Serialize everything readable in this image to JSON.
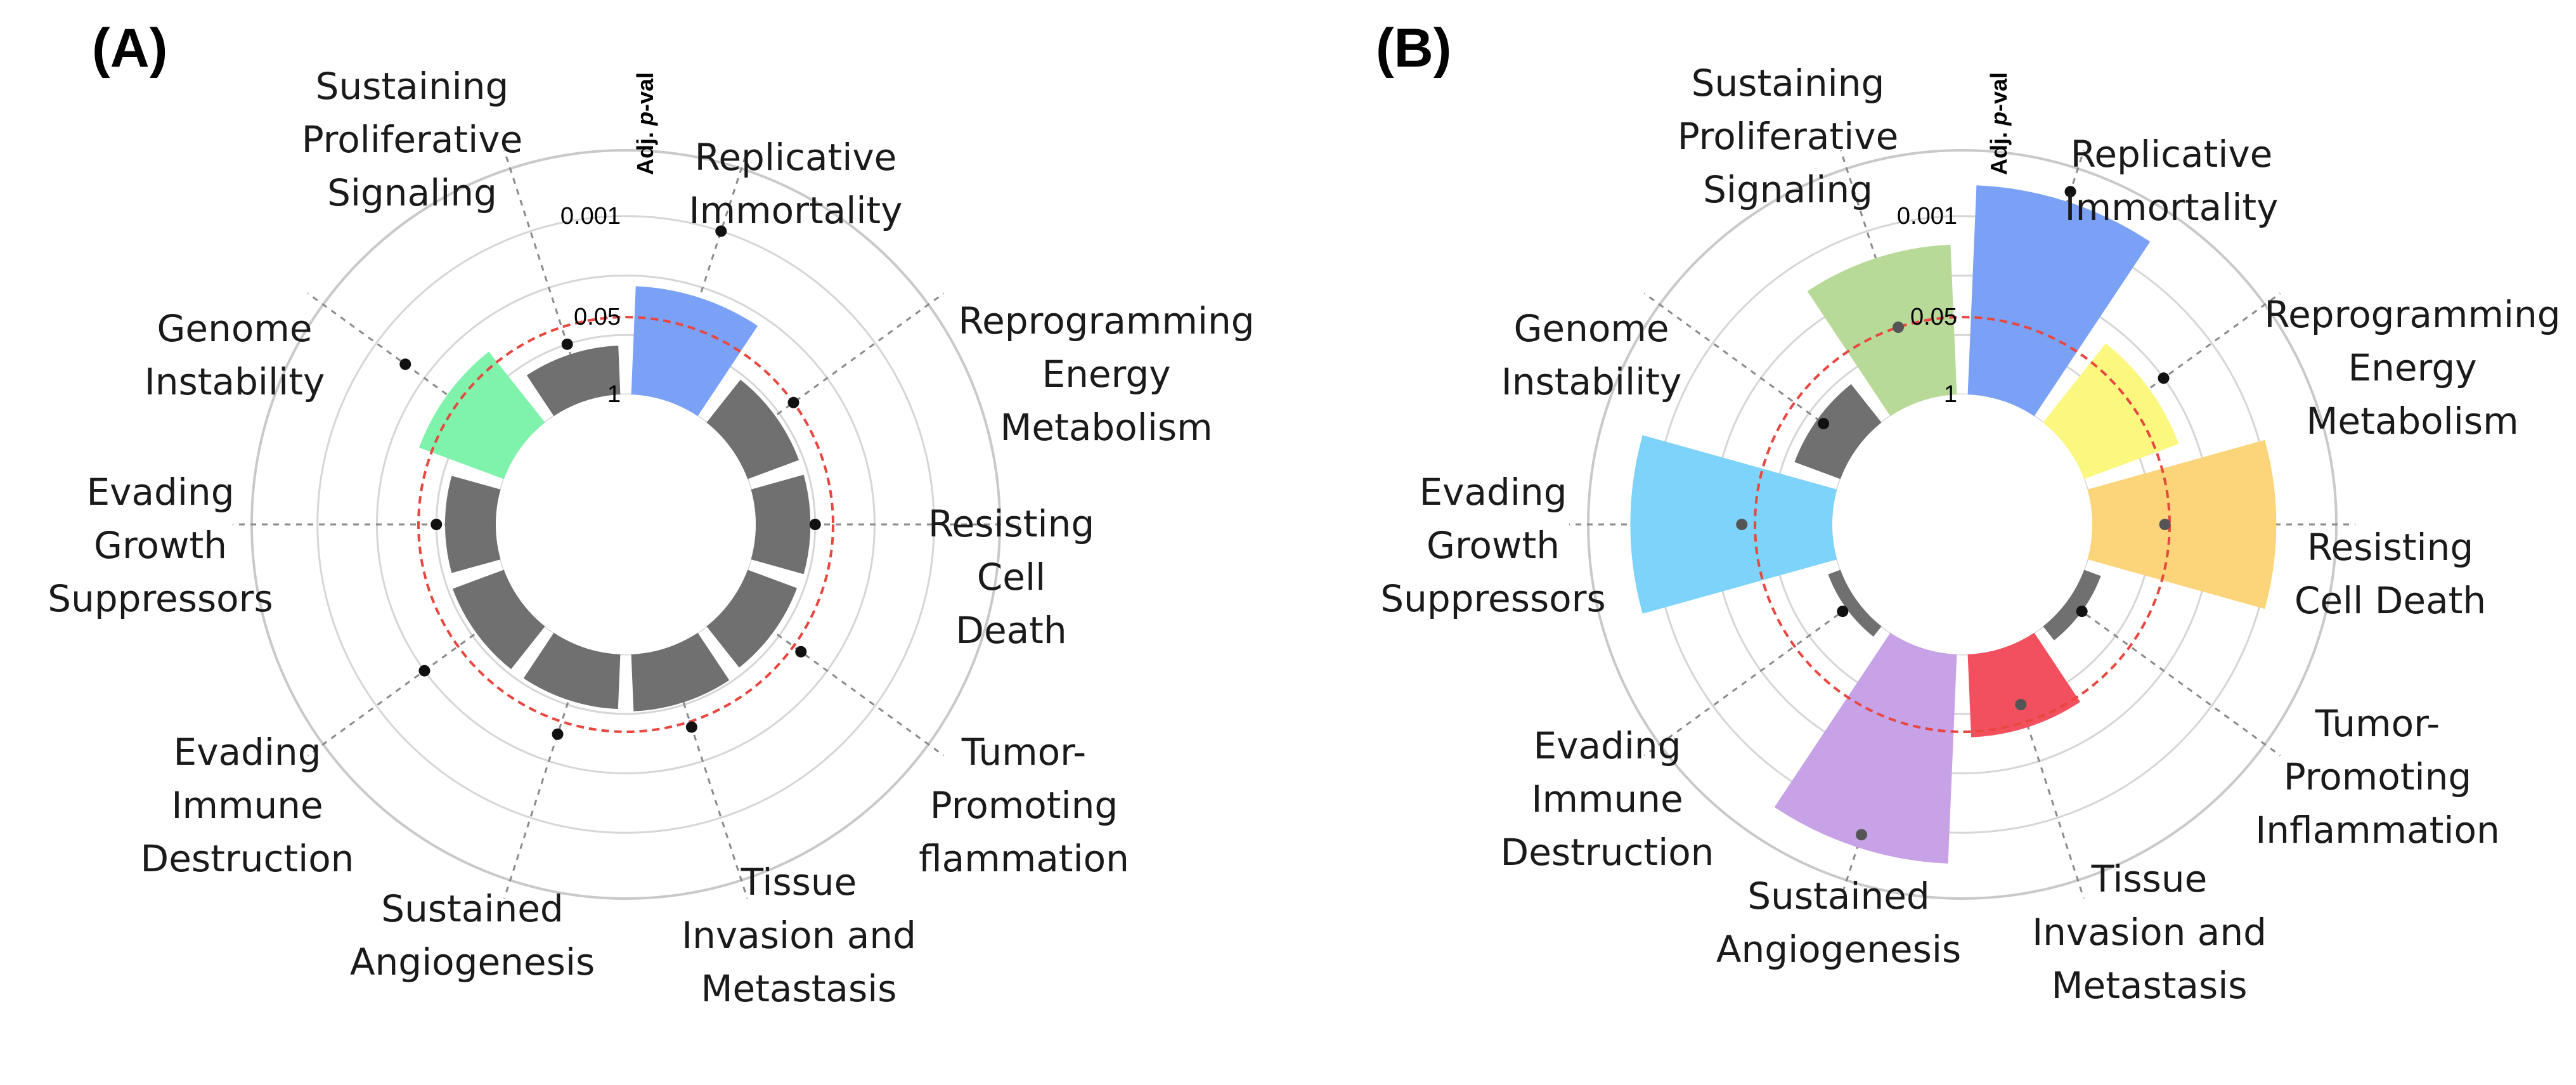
{
  "chart_data": [
    {
      "panel": "(A)",
      "type": "radial-bar",
      "radial_axis": {
        "title_prefix": "Adj. ",
        "title_italic": "p",
        "title_suffix": "-val",
        "scale": "log-reciprocal",
        "ticks": [
          {
            "value": 1,
            "label": "1"
          },
          {
            "value": 0.05,
            "label": "0.05"
          },
          {
            "value": 0.001,
            "label": "0.001"
          }
        ],
        "threshold": 0.05
      },
      "categories": [
        "Replicative Immortality",
        "Reprogramming Energy Metabolism",
        "Resisting Cell Death",
        "Tumor-Promoting flammation",
        "Tissue Invasion and Metastasis",
        "Sustained Angiogenesis",
        "Evading Immune Destruction",
        "Evading Growth Suppressors",
        "Genome Instability",
        "Sustaining Proliferative Signaling"
      ],
      "label_lines": [
        [
          "Replicative",
          "Immortality"
        ],
        [
          "Reprogramming",
          "Energy",
          "Metabolism"
        ],
        [
          "Resisting",
          "Cell",
          "Death"
        ],
        [
          "Tumor-",
          "Promoting",
          "flammation"
        ],
        [
          "Tissue",
          "Invasion and",
          "Metastasis"
        ],
        [
          "Sustained",
          "Angiogenesis"
        ],
        [
          "Evading",
          "Immune",
          "Destruction"
        ],
        [
          "Evading",
          "Growth",
          "Suppressors"
        ],
        [
          "Genome",
          "Instability"
        ],
        [
          "Sustaining",
          "Proliferative",
          "Signaling"
        ]
      ],
      "values": [
        0.015,
        0.12,
        0.12,
        0.13,
        0.11,
        0.12,
        0.12,
        0.14,
        0.03,
        0.15
      ],
      "points": [
        0.001,
        0.05,
        0.1,
        0.035,
        0.04,
        0.03,
        0.01,
        0.1,
        0.004,
        0.1
      ],
      "colors": [
        "#7ba1f7",
        "#707070",
        "#707070",
        "#707070",
        "#707070",
        "#707070",
        "#707070",
        "#707070",
        "#7ff2ac",
        "#707070"
      ]
    },
    {
      "panel": "(B)",
      "type": "radial-bar",
      "radial_axis": {
        "title_prefix": "Adj. ",
        "title_italic": "p",
        "title_suffix": "-val",
        "scale": "log-reciprocal",
        "ticks": [
          {
            "value": 1,
            "label": "1"
          },
          {
            "value": 0.05,
            "label": "0.05"
          },
          {
            "value": 0.001,
            "label": "0.001"
          }
        ],
        "threshold": 0.05
      },
      "categories": [
        "Replicative Immortality",
        "Reprogramming Energy Metabolism",
        "Resisting Cell Death",
        "Tumor-Promoting Inflammation",
        "Tissue Invasion and Metastasis",
        "Sustained Angiogenesis",
        "Evading Immune Destruction",
        "Evading Growth Suppressors",
        "Genome Instability",
        "Sustaining Proliferative Signaling"
      ],
      "label_lines": [
        [
          "Replicative",
          "Immortality"
        ],
        [
          "Reprogramming",
          "Energy",
          "Metabolism"
        ],
        [
          "Resisting",
          "Cell Death"
        ],
        [
          "Tumor-",
          "Promoting",
          "Inflammation"
        ],
        [
          "Tissue",
          "Invasion and",
          "Metastasis"
        ],
        [
          "Sustained",
          "Angiogenesis"
        ],
        [
          "Evading",
          "Immune",
          "Destruction"
        ],
        [
          "Evading",
          "Growth",
          "Suppressors"
        ],
        [
          "Genome",
          "Instability"
        ],
        [
          "Sustaining",
          "Proliferative",
          "Signaling"
        ]
      ],
      "values": [
        0.0003,
        0.02,
        0.0008,
        0.5,
        0.04,
        0.0003,
        0.6,
        0.0004,
        0.15,
        0.003
      ],
      "points": [
        0.0002,
        0.01,
        0.06,
        0.5,
        0.1,
        0.0005,
        0.5,
        0.03,
        0.2,
        0.05
      ],
      "colors": [
        "#7ba1f7",
        "#fcf77e",
        "#fcd57a",
        "#707070",
        "#f2505e",
        "#c8a2e6",
        "#707070",
        "#7dd3f9",
        "#707070",
        "#b8da99"
      ]
    }
  ]
}
